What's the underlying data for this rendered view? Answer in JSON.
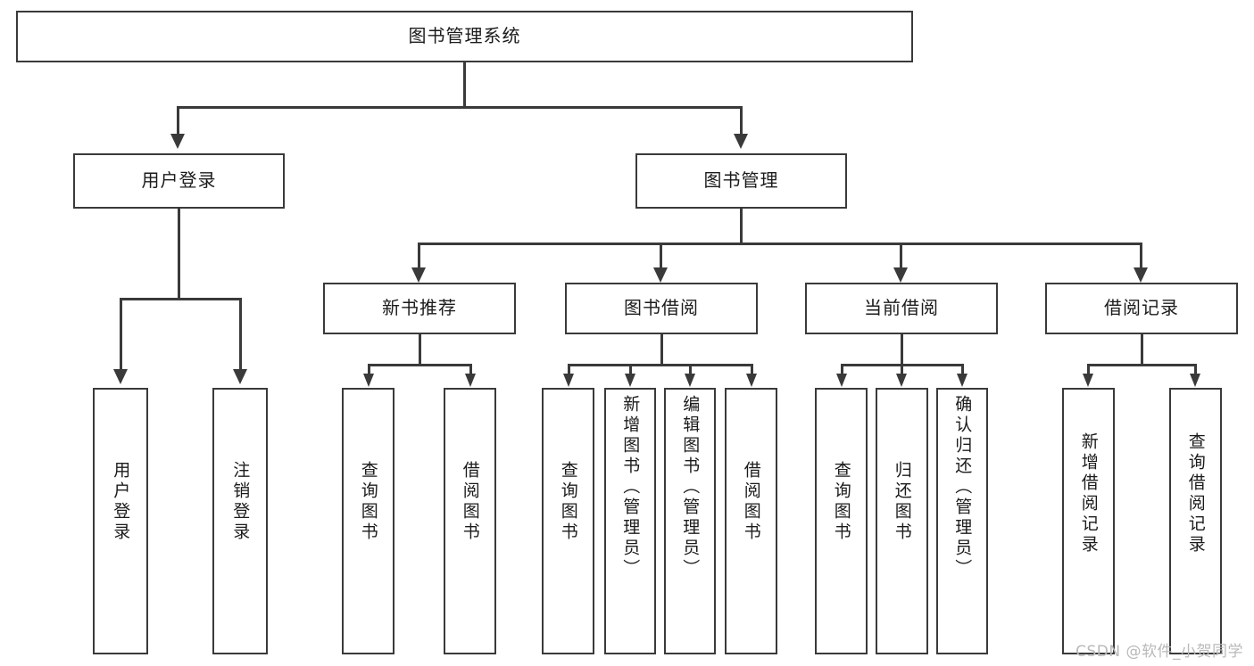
{
  "diagram": {
    "type": "tree-hierarchy",
    "title": "图书管理系统",
    "root": {
      "label": "图书管理系统",
      "children": [
        {
          "label": "用户登录",
          "children": [
            {
              "label": "用户登录"
            },
            {
              "label": "注销登录"
            }
          ]
        },
        {
          "label": "图书管理",
          "children": [
            {
              "label": "新书推荐",
              "children": [
                {
                  "label": "查询图书"
                },
                {
                  "label": "借阅图书"
                }
              ]
            },
            {
              "label": "图书借阅",
              "children": [
                {
                  "label": "查询图书"
                },
                {
                  "label": "新增图书（管理员）"
                },
                {
                  "label": "编辑图书（管理员）"
                },
                {
                  "label": "借阅图书"
                }
              ]
            },
            {
              "label": "当前借阅",
              "children": [
                {
                  "label": "查询图书"
                },
                {
                  "label": "归还图书"
                },
                {
                  "label": "确认归还（管理员）"
                }
              ]
            },
            {
              "label": "借阅记录",
              "children": [
                {
                  "label": "新增借阅记录"
                },
                {
                  "label": "查询借阅记录"
                }
              ]
            }
          ]
        }
      ]
    }
  },
  "nodes": {
    "root": "图书管理系统",
    "user_login": "用户登录",
    "book_manage": "图书管理",
    "new_book_rec": "新书推荐",
    "book_borrow": "图书借阅",
    "current_borrow": "当前借阅",
    "borrow_record": "借阅记录",
    "leaf_user_login": "用户登录",
    "leaf_logout": "注销登录",
    "leaf_query_book_a": "查询图书",
    "leaf_borrow_book_a": "借阅图书",
    "leaf_query_book_b": "查询图书",
    "leaf_add_book": "新增图书（管理员）",
    "leaf_edit_book": "编辑图书（管理员）",
    "leaf_borrow_book_b": "借阅图书",
    "leaf_query_book_c": "查询图书",
    "leaf_return_book": "归还图书",
    "leaf_confirm_return": "确认归还（管理员）",
    "leaf_add_record": "新增借阅记录",
    "leaf_query_record": "查询借阅记录"
  },
  "watermark": {
    "text": "CSDN @软件_小贺同学"
  },
  "colors": {
    "stroke": "#3a3a3a",
    "fill": "#ffffff",
    "text": "#1b1b1b",
    "watermark": "#b9b9b9"
  }
}
